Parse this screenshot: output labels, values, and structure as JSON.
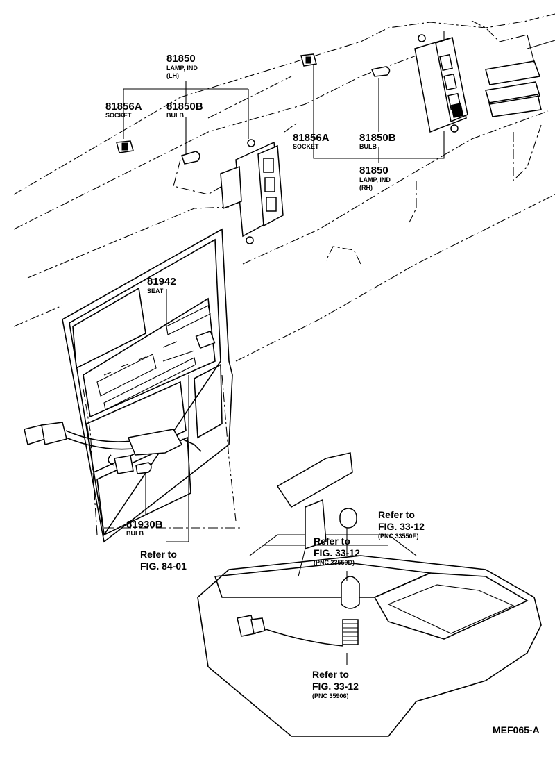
{
  "labels": {
    "lamp_lh_pn": "81850",
    "lamp_lh_name": "LAMP, IND",
    "lamp_lh_side": "(LH)",
    "socket_left_pn": "81856A",
    "socket_left_name": "SOCKET",
    "bulb_left_pn": "81850B",
    "bulb_left_name": "BULB",
    "socket_right_pn": "81856A",
    "socket_right_name": "SOCKET",
    "bulb_right_pn": "81850B",
    "bulb_right_name": "BULB",
    "lamp_rh_pn": "81850",
    "lamp_rh_name": "LAMP, IND",
    "lamp_rh_side": "(RH)",
    "seat_pn": "81942",
    "seat_name": "SEAT",
    "bulb_lower_pn": "81930B",
    "bulb_lower_name": "BULB"
  },
  "refs": {
    "ref_84_line1": "Refer to",
    "ref_84_line2": "FIG. 84-01",
    "ref_33550e_line1": "Refer to",
    "ref_33550e_line2": "FIG. 33-12",
    "ref_33550e_pnc": "(PNC 33550E)",
    "ref_33550d_line1": "Refer to",
    "ref_33550d_line2": "FIG. 33-12",
    "ref_33550d_pnc": "(PNC 33550D)",
    "ref_35906_line1": "Refer to",
    "ref_35906_line2": "FIG. 33-12",
    "ref_35906_pnc": "(PNC 35906)"
  },
  "footer": {
    "drawing_code": "MEF065-A"
  }
}
